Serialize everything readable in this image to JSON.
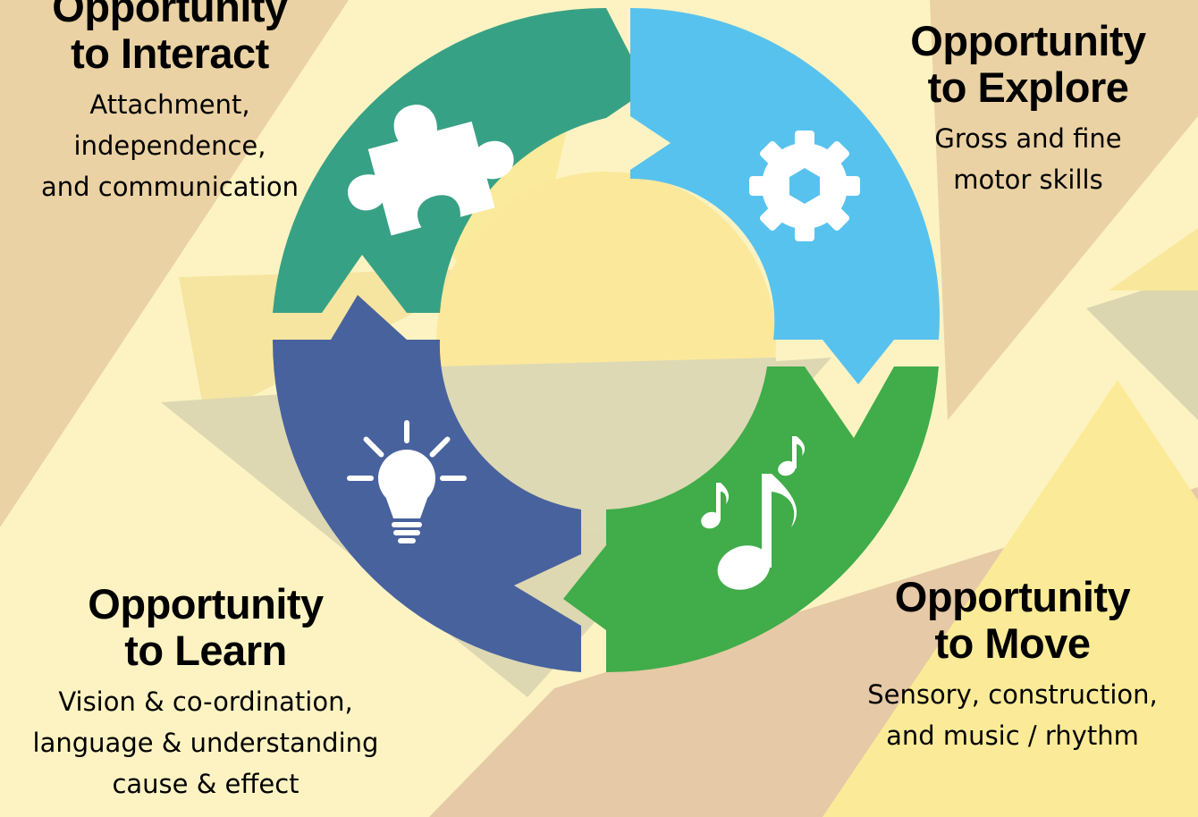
{
  "colors": {
    "background": "#fdf3c2",
    "interact": "#37a185",
    "explore": "#58c2ee",
    "move": "#40ac4a",
    "learn": "#48629e",
    "icon": "#ffffff"
  },
  "segments": [
    {
      "id": "interact",
      "title_line1": "Opportunity",
      "title_line2": "to Interact",
      "desc": [
        "Attachment,",
        "independence,",
        "and communication"
      ],
      "icon": "puzzle-piece-icon"
    },
    {
      "id": "explore",
      "title_line1": "Opportunity",
      "title_line2": "to Explore",
      "desc": [
        "Gross and fine",
        "motor skills"
      ],
      "icon": "gear-icon"
    },
    {
      "id": "learn",
      "title_line1": "Opportunity",
      "title_line2": "to Learn",
      "desc": [
        "Vision & co-ordination,",
        "language & understanding",
        "cause & effect"
      ],
      "icon": "lightbulb-icon"
    },
    {
      "id": "move",
      "title_line1": "Opportunity",
      "title_line2": "to Move",
      "desc": [
        "Sensory, construction,",
        "and music / rhythm"
      ],
      "icon": "music-notes-icon"
    }
  ]
}
